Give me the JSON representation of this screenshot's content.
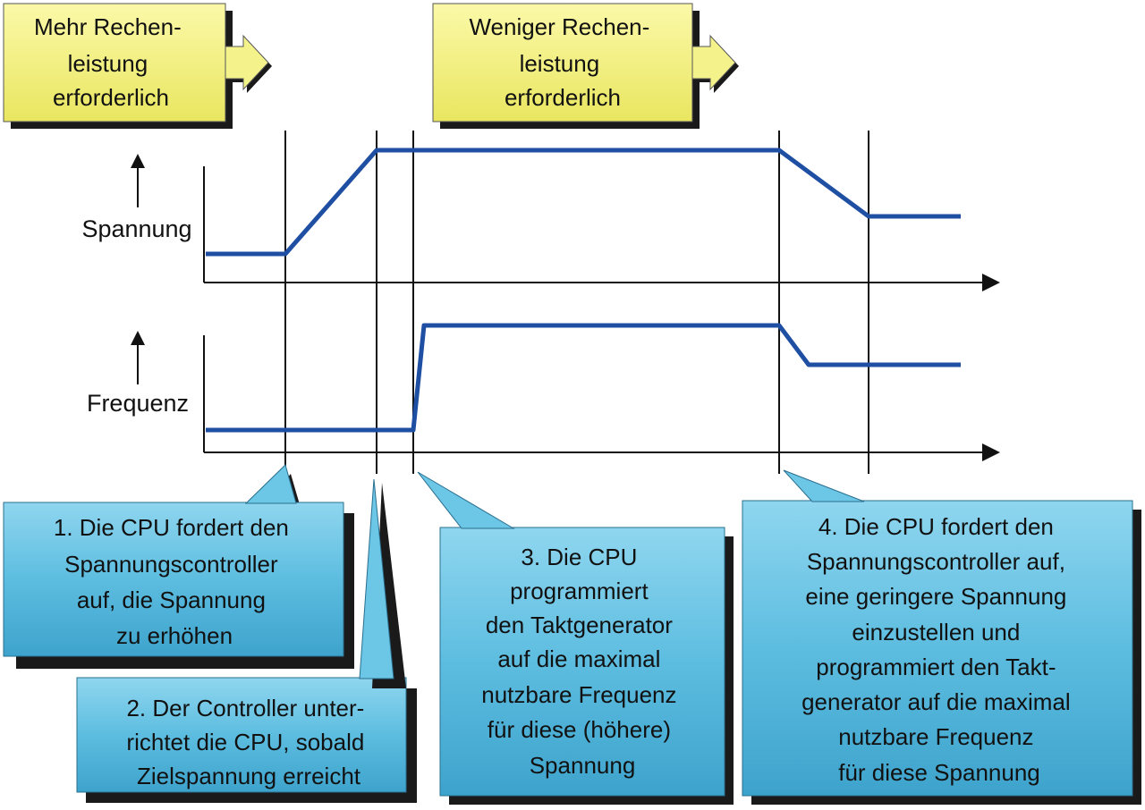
{
  "top_boxes": {
    "more": {
      "lines": [
        "Mehr Rechen-",
        "leistung",
        "erforderlich"
      ]
    },
    "less": {
      "lines": [
        "Weniger Rechen-",
        "leistung",
        "erforderlich"
      ]
    }
  },
  "axes": {
    "voltage_label": "Spannung",
    "frequency_label": "Frequenz"
  },
  "callouts": [
    {
      "lines": [
        "1. Die CPU fordert den",
        "Spannungscontroller",
        "auf, die Spannung",
        "zu erhöhen"
      ]
    },
    {
      "lines": [
        "2. Der Controller unter-",
        "richtet die CPU, sobald",
        "Zielspannung erreicht"
      ]
    },
    {
      "lines": [
        "3. Die CPU",
        "programmiert",
        "den Taktgenerator",
        "auf die maximal",
        "nutzbare Frequenz",
        "für diese (höhere)",
        "Spannung"
      ]
    },
    {
      "lines": [
        "4. Die CPU fordert den",
        "Spannungscontroller auf,",
        "eine geringere Spannung",
        "einzustellen und",
        "programmiert den Takt-",
        "generator auf die maximal",
        "nutzbare Frequenz",
        "für diese Spannung"
      ]
    }
  ],
  "colors": {
    "signal": "#1f4fa3",
    "top_box_fill": "#f4f28a",
    "callout_fill": "#5fbedf",
    "shadow": "#1a1a1a"
  }
}
